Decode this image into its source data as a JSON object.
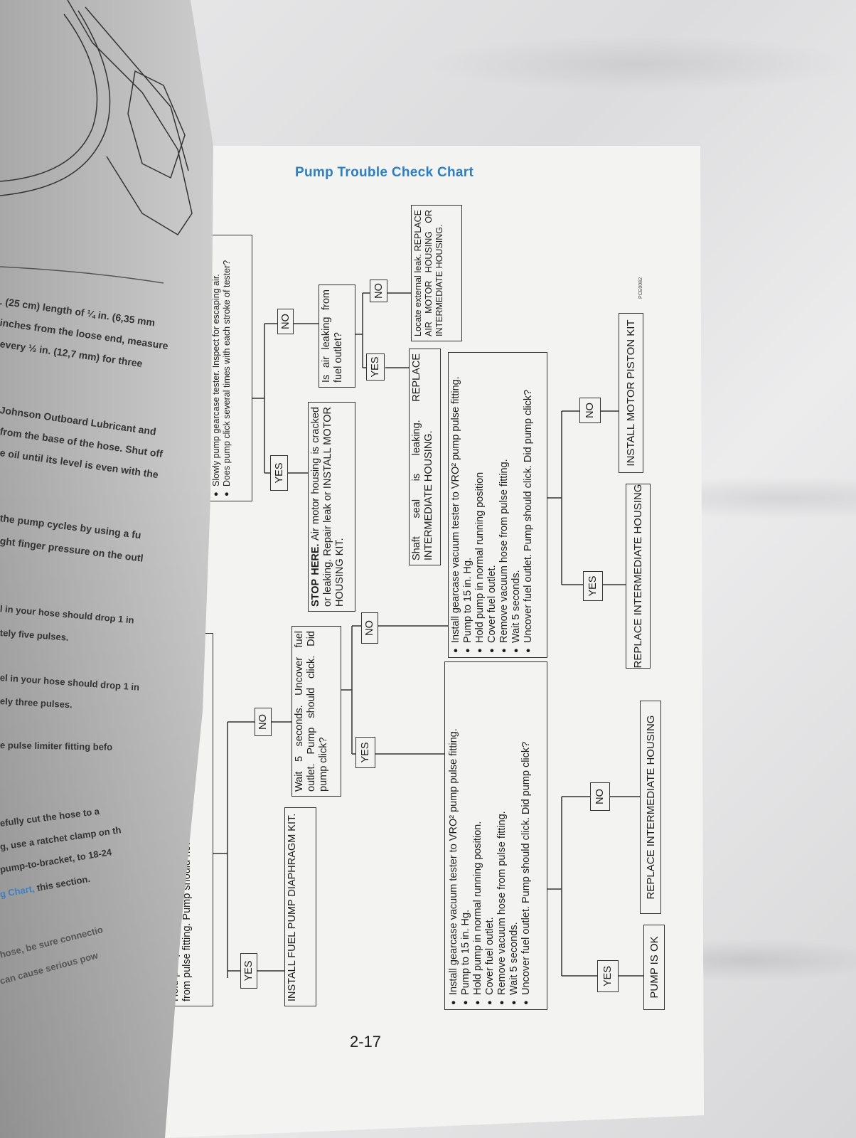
{
  "left_page": {
    "lines": [
      ". (25  cm) length of ¼ in. (6,35 mm",
      "inches from the loose end, measure",
      "  every ½ in. (12,7  mm) for three",
      " Johnson Outboard Lubricant and",
      "from the base of the hose. Shut off",
      "e oil until its level is even with the",
      "  the pump cycles by using a fu",
      "ght finger pressure on the outl",
      "l in your hose should drop 1 in",
      "tely five pulses.",
      "el in your hose should drop 1 in",
      "ely three pulses.",
      "e  pulse  limiter  fitting befo",
      "efully  cut  the  hose to a",
      "g, use a ratchet clamp on th",
      "pump-to-bracket, to 18-24",
      "this section.",
      "hose, be sure connectio",
      "can cause serious pow"
    ],
    "link_text": "g Chart,"
  },
  "chart": {
    "title": "Pump Trouble Check Chart",
    "box_hold_pump": "Hold pump in normal running position. Cover fuel outlet, remove pressure hose from pulse fitting. Pump should not click. Did pump click?",
    "box_slowly_pump": [
      "Slowly pump gearcase tester. Inspect for escaping air.",
      "Does pump click several times with each stroke of tester?"
    ],
    "box_install_diaphragm": "INSTALL FUEL PUMP DIAPHRAGM KIT.",
    "box_wait": "Wait 5 seconds. Uncover fuel outlet. Pump should click. Did pump click?",
    "box_stop_here_bold": "STOP HERE.",
    "box_stop_here": "Air motor housing is cracked or leaking. Repair leak or INSTALL MOTOR HOUSING KIT.",
    "box_air_leaking": "Is air leaking from fuel outlet?",
    "box_shaft_seal": "Shaft seal is leaking. REPLACE INTERMEDIATE HOUSING.",
    "box_locate_leak": "Locate external leak. REPLACE AIR MOTOR HOUSING OR INTERMEDIATE HOUSING.",
    "box_vacuum_left": [
      "Install gearcase vacuum tester to VRO² pump pulse fitting.",
      "Pump to 15 in. Hg.",
      "Hold pump in normal running position.",
      "Cover fuel outlet.",
      "Remove vacuum hose from pulse fitting.",
      "Wait 5 seconds.",
      "Uncover fuel outlet. Pump should click. Did pump click?"
    ],
    "box_vacuum_right": [
      "Install gearcase vacuum tester to VRO² pump pulse fitting.",
      "Pump to 15 in. Hg.",
      "Hold pump in normal running position",
      "Cover fuel outlet.",
      "Remove vacuum hose from pulse fitting.",
      "Wait 5 seconds.",
      "Uncover fuel outlet. Pump should click. Did pump click?"
    ],
    "yes": "YES",
    "no": "NO",
    "outcome_pump_ok": "PUMP IS OK",
    "outcome_replace_1": "REPLACE INTERMEDIATE HOUSING",
    "outcome_replace_2": "REPLACE INTERMEDIATE HOUSING",
    "outcome_piston_kit": "INSTALL MOTOR PISTON KIT",
    "figure_code": "PCE0082"
  },
  "page_number": "2-17",
  "colors": {
    "title": "#2a7fc8",
    "ink": "#1d1d1d"
  }
}
